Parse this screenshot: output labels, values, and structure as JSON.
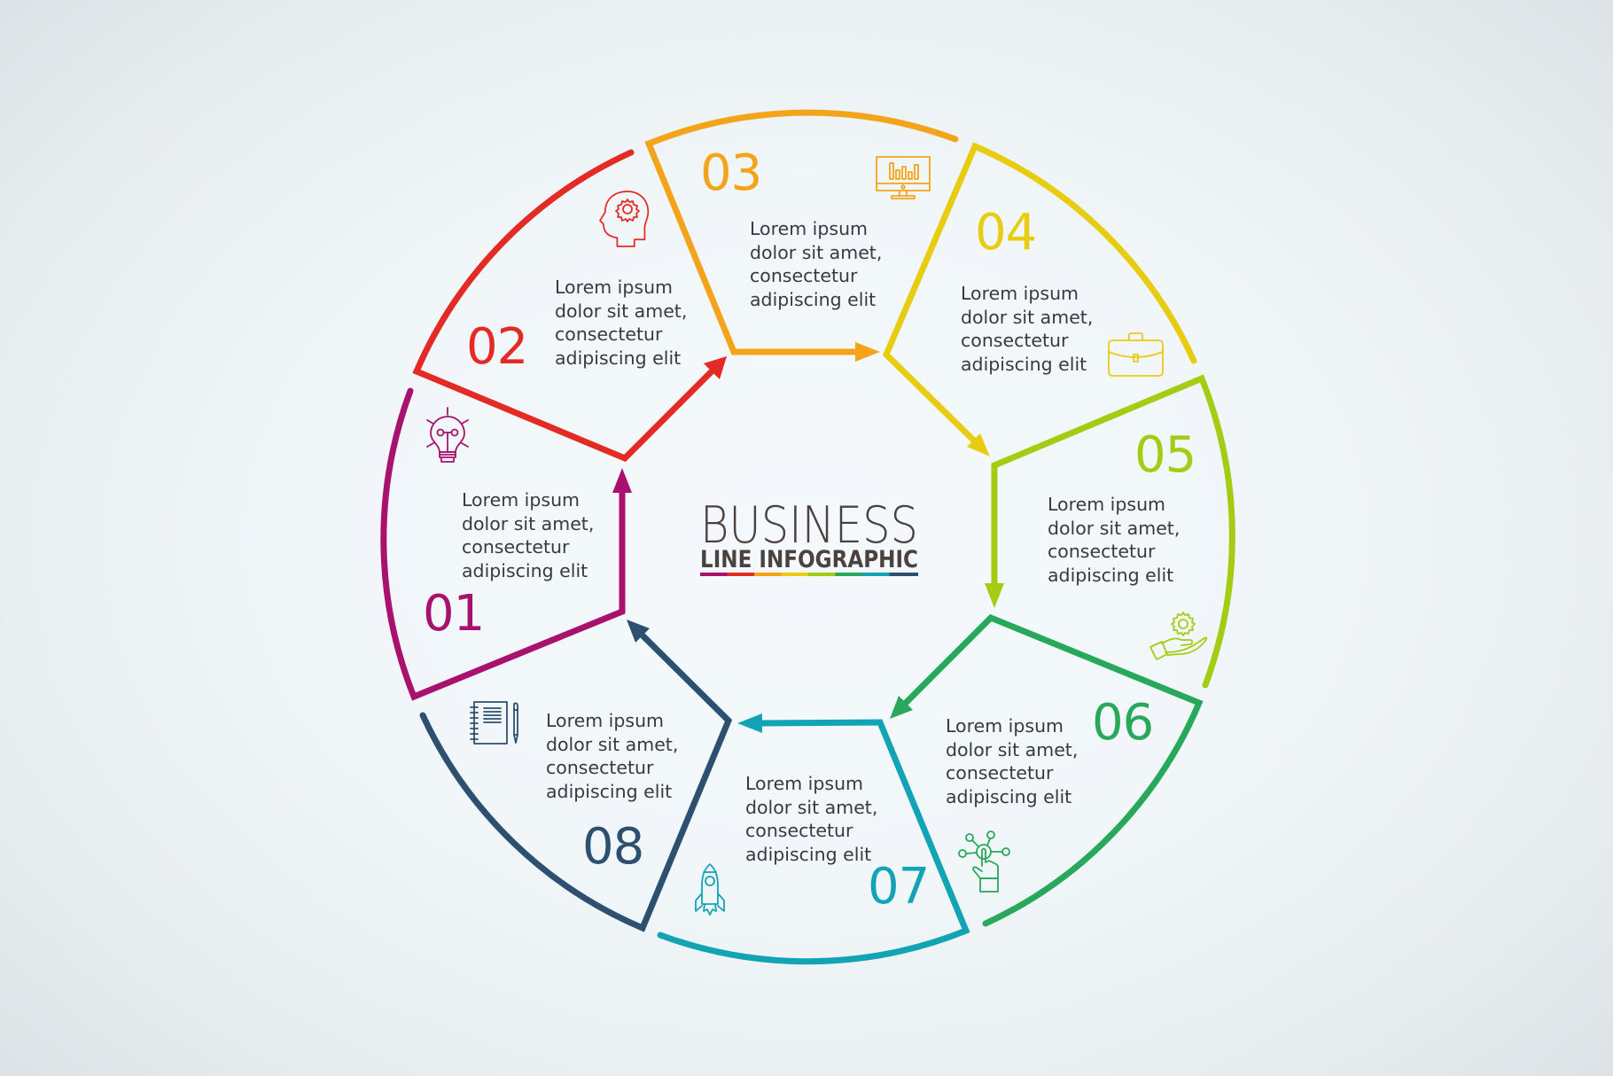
{
  "title": {
    "main": "BUSINESS",
    "sub": "LINE INFOGRAPHIC",
    "text_color": "#4a4240"
  },
  "colors": {
    "magenta": "#a8126e",
    "red": "#e42a24",
    "orange": "#f4a41a",
    "yellow": "#e8cc12",
    "lime": "#a3cc12",
    "green": "#28a85a",
    "teal": "#12a4b4",
    "navy": "#2e5070"
  },
  "steps": [
    {
      "number": "01",
      "color": "#a8126e",
      "icon": "lightbulb-icon",
      "lines": [
        "Lorem ipsum",
        "dolor sit amet,",
        "consectetur",
        "adipiscing elit"
      ]
    },
    {
      "number": "02",
      "color": "#e42a24",
      "icon": "head-gear-icon",
      "lines": [
        "Lorem ipsum",
        "dolor sit amet,",
        "consectetur",
        "adipiscing elit"
      ]
    },
    {
      "number": "03",
      "color": "#f4a41a",
      "icon": "monitor-chart-icon",
      "lines": [
        "Lorem ipsum",
        "dolor sit amet,",
        "consectetur",
        "adipiscing elit"
      ]
    },
    {
      "number": "04",
      "color": "#e8cc12",
      "icon": "briefcase-icon",
      "lines": [
        "Lorem ipsum",
        "dolor sit amet,",
        "consectetur",
        "adipiscing elit"
      ]
    },
    {
      "number": "05",
      "color": "#a3cc12",
      "icon": "hand-gear-icon",
      "lines": [
        "Lorem ipsum",
        "dolor sit amet,",
        "consectetur",
        "adipiscing elit"
      ]
    },
    {
      "number": "06",
      "color": "#28a85a",
      "icon": "touch-network-icon",
      "lines": [
        "Lorem ipsum",
        "dolor sit amet,",
        "consectetur",
        "adipiscing elit"
      ]
    },
    {
      "number": "07",
      "color": "#12a4b4",
      "icon": "rocket-icon",
      "lines": [
        "Lorem ipsum",
        "dolor sit amet,",
        "consectetur",
        "adipiscing elit"
      ]
    },
    {
      "number": "08",
      "color": "#2e5070",
      "icon": "notebook-pen-icon",
      "lines": [
        "Lorem ipsum",
        "dolor sit amet,",
        "consectetur",
        "adipiscing elit"
      ]
    }
  ]
}
